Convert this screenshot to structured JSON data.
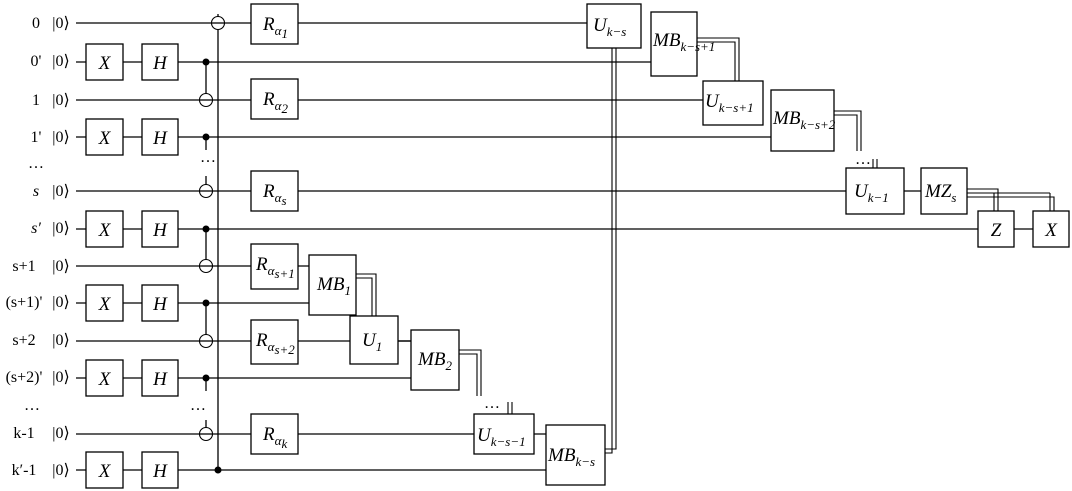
{
  "qubits": [
    {
      "label": "0",
      "ket": "|0⟩"
    },
    {
      "label": "0'",
      "ket": "|0⟩"
    },
    {
      "label": "1",
      "ket": "|0⟩"
    },
    {
      "label": "1'",
      "ket": "|0⟩"
    },
    {
      "label": "…",
      "ket": ""
    },
    {
      "label": "s",
      "ket": "|0⟩"
    },
    {
      "label": "s′",
      "ket": "|0⟩"
    },
    {
      "label": "s+1",
      "ket": "|0⟩"
    },
    {
      "label": "(s+1)'",
      "ket": "|0⟩"
    },
    {
      "label": "s+2",
      "ket": "|0⟩"
    },
    {
      "label": "(s+2)'",
      "ket": "|0⟩"
    },
    {
      "label": "…",
      "ket": ""
    },
    {
      "label": "k-1",
      "ket": "|0⟩"
    },
    {
      "label": "k′-1",
      "ket": "|0⟩"
    }
  ],
  "gates": {
    "x": "X",
    "h": "H",
    "z": "Z",
    "r_main": "R",
    "r_sub_1": "α",
    "r_subsub_1": "1",
    "r_sub_2": "α",
    "r_subsub_2": "2",
    "r_sub_s": "α",
    "r_subsub_s": "s",
    "r_sub_s1": "α",
    "r_subsub_s1": "s+1",
    "r_sub_s2": "α",
    "r_subsub_s2": "s+2",
    "r_sub_k": "α",
    "r_subsub_k": "k",
    "u_main": "U",
    "u_ks": "k−s",
    "u_ks1": "k−s+1",
    "u_k1": "k−1",
    "u_1": "1",
    "u_ksm1": "k−s−1",
    "mb_main": "MB",
    "mb_ks1": "k−s+1",
    "mb_ks2": "k−s+2",
    "mb_1": "1",
    "mb_2": "2",
    "mb_ks": "k−s",
    "mz_main": "MZ",
    "mz_sub": "s"
  },
  "ellipsis": "…"
}
